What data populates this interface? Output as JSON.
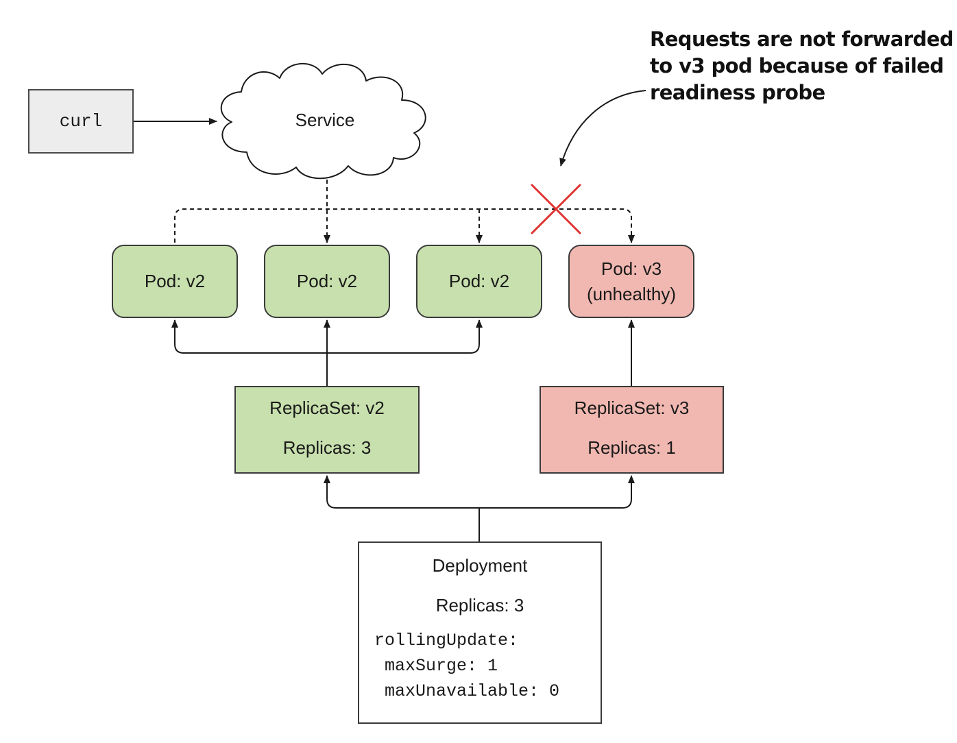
{
  "client": {
    "label": "curl"
  },
  "service": {
    "label": "Service"
  },
  "pods": [
    {
      "lines": [
        "Pod: v2"
      ],
      "health": "healthy"
    },
    {
      "lines": [
        "Pod: v2"
      ],
      "health": "healthy"
    },
    {
      "lines": [
        "Pod: v2"
      ],
      "health": "healthy"
    },
    {
      "lines": [
        "Pod: v3",
        "(unhealthy)"
      ],
      "health": "unhealthy"
    }
  ],
  "replicasets": [
    {
      "title": "ReplicaSet: v2",
      "replicas": "Replicas: 3"
    },
    {
      "title": "ReplicaSet: v3",
      "replicas": "Replicas: 1"
    }
  ],
  "deployment": {
    "title": "Deployment",
    "replicas": "Replicas: 3",
    "strategy_lines": [
      "rollingUpdate:",
      " maxSurge: 1",
      " maxUnavailable: 0"
    ]
  },
  "annotation": {
    "lines": [
      "Requests are not forwarded",
      "to v3 pod because of failed",
      "readiness probe"
    ]
  },
  "colors": {
    "healthy_fill": "#c8e0ad",
    "unhealthy_fill": "#f1b8b1",
    "blocked_marker": "#e0312f",
    "client_fill": "#ededed"
  }
}
